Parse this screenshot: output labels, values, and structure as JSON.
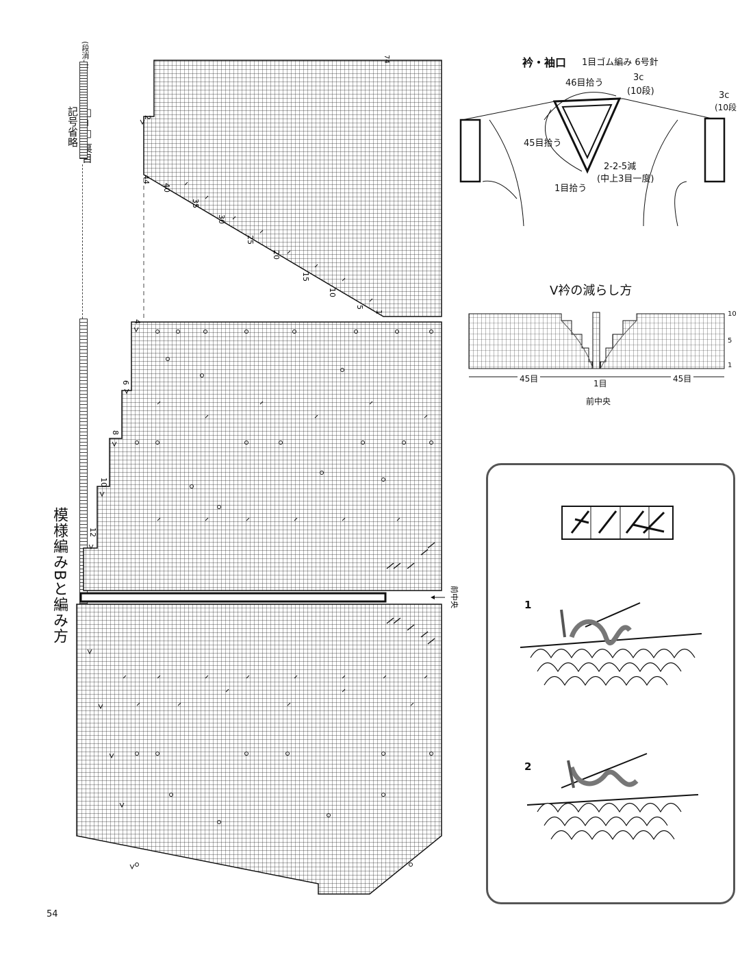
{
  "page": {
    "title": "模様編みBと編み方",
    "legend": "□=□ 裏目記号省略",
    "legend_note": "(段消し)",
    "page_number": "54",
    "center_label": "前中央"
  },
  "chart_b": {
    "top_row_number": "74",
    "left_markers": [
      "2",
      "4",
      "6",
      "8",
      "10",
      "12"
    ],
    "row_numbers": [
      "1",
      "5",
      "10",
      "15",
      "20",
      "25",
      "30",
      "35",
      "40",
      "44"
    ]
  },
  "collar": {
    "title": "衿・袖口",
    "subtitle": "1目ゴム編み 6号針",
    "pick_46": "46目拾う",
    "pick_45": "45目拾う",
    "pick_1": "1目拾う",
    "width_3c": "3c",
    "rows_10": "(10段)",
    "sleeve_3c": "3c",
    "sleeve_rows": "(10段",
    "decrease": "2-2-5減",
    "decrease_note": "(中上3目一度)"
  },
  "vneck": {
    "title": "V衿の減らし方",
    "left_count": "45目",
    "right_count": "45目",
    "center_count": "1目",
    "center_label": "前中央",
    "row_labels": [
      "10",
      "5",
      "1"
    ]
  },
  "steps": {
    "step1": "1",
    "step2": "2"
  }
}
